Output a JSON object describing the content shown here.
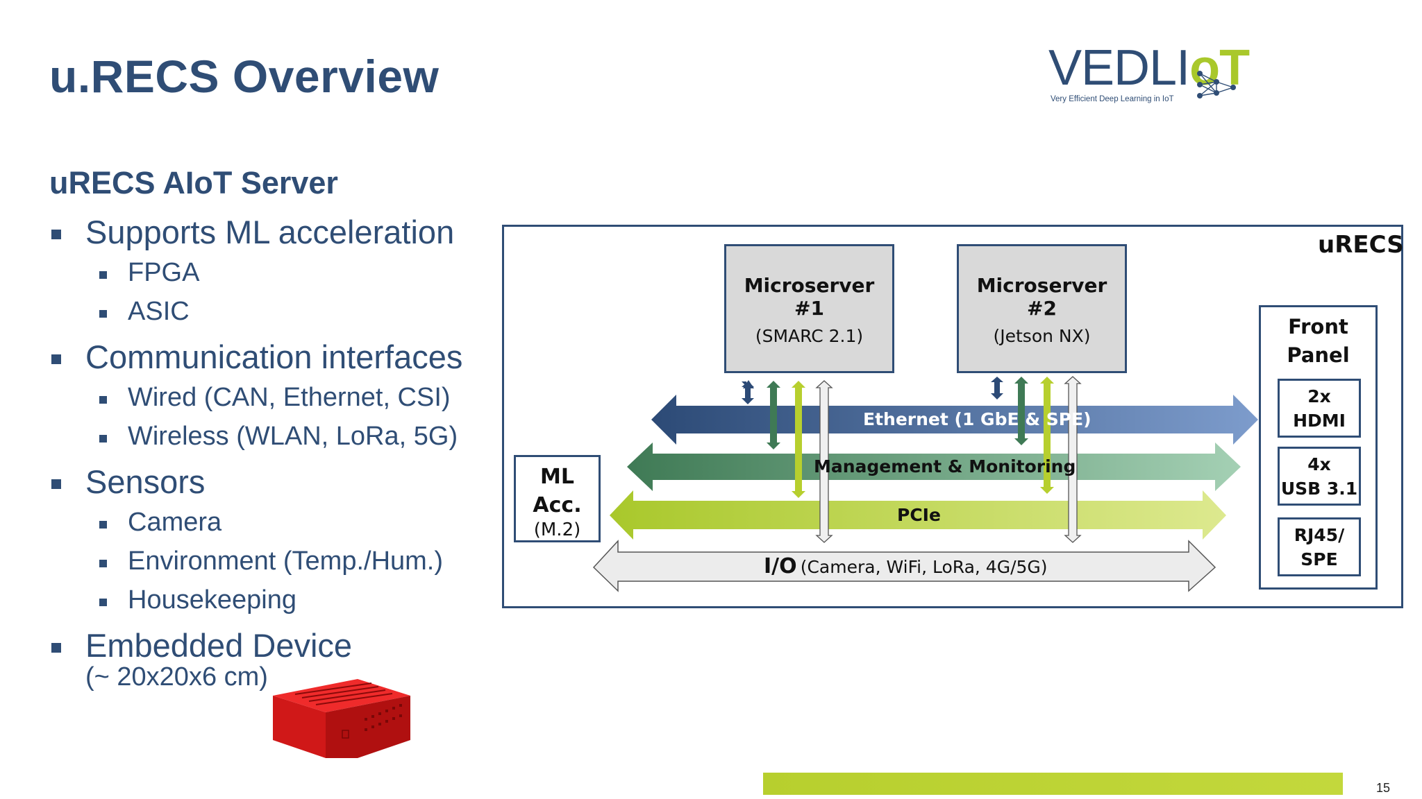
{
  "slide": {
    "title": "u.RECS Overview",
    "subtitle": "uRECS AIoT Server",
    "page_number": "15",
    "bullets": [
      {
        "level": 1,
        "text": "Supports ML acceleration"
      },
      {
        "level": 2,
        "text": "FPGA"
      },
      {
        "level": 2,
        "text": "ASIC"
      },
      {
        "level": 1,
        "text": "Communication interfaces"
      },
      {
        "level": 2,
        "text": "Wired (CAN, Ethernet, CSI)"
      },
      {
        "level": 2,
        "text": "Wireless (WLAN, LoRa, 5G)"
      },
      {
        "level": 1,
        "text": "Sensors"
      },
      {
        "level": 2,
        "text": "Camera"
      },
      {
        "level": 2,
        "text": "Environment (Temp./Hum.)"
      },
      {
        "level": 2,
        "text": "Housekeeping"
      },
      {
        "level": 1,
        "text": "Embedded Device"
      }
    ],
    "dimensions": "(~ 20x20x6 cm)"
  },
  "logo": {
    "text_main": "VEDLI",
    "text_accent": "oT",
    "tagline": "Very Efficient Deep Learning in IoT",
    "color_main": "#2f4d75",
    "color_accent": "#a9c82b"
  },
  "diagram": {
    "container_label": "uRECS",
    "microserver1": {
      "title": "Microserver #1",
      "subtitle": "(SMARC 2.1)"
    },
    "microserver2": {
      "title": "Microserver #2",
      "subtitle": "(Jetson NX)"
    },
    "ml_acc": {
      "line1": "ML",
      "line2": "Acc.",
      "line3": "(M.2)"
    },
    "front_panel": {
      "line1": "Front",
      "line2": "Panel",
      "items": [
        {
          "line1": "2x",
          "line2": "HDMI"
        },
        {
          "line1": "4x",
          "line2": "USB 3.1"
        },
        {
          "line1": "RJ45/",
          "line2": "SPE"
        }
      ]
    },
    "buses": {
      "ethernet": "Ethernet (1 GbE & SPE)",
      "management": "Management & Monitoring",
      "pcie": "PCIe",
      "io_bold": "I/O",
      "io_rest": "(Camera, WiFi, LoRa, 4G/5G)"
    },
    "colors": {
      "ethernet": "#3b5a86",
      "management": "#4f8a63",
      "pcie": "#b7cf2e",
      "io": "#e6e6e6",
      "frame": "#2f4d75"
    }
  }
}
